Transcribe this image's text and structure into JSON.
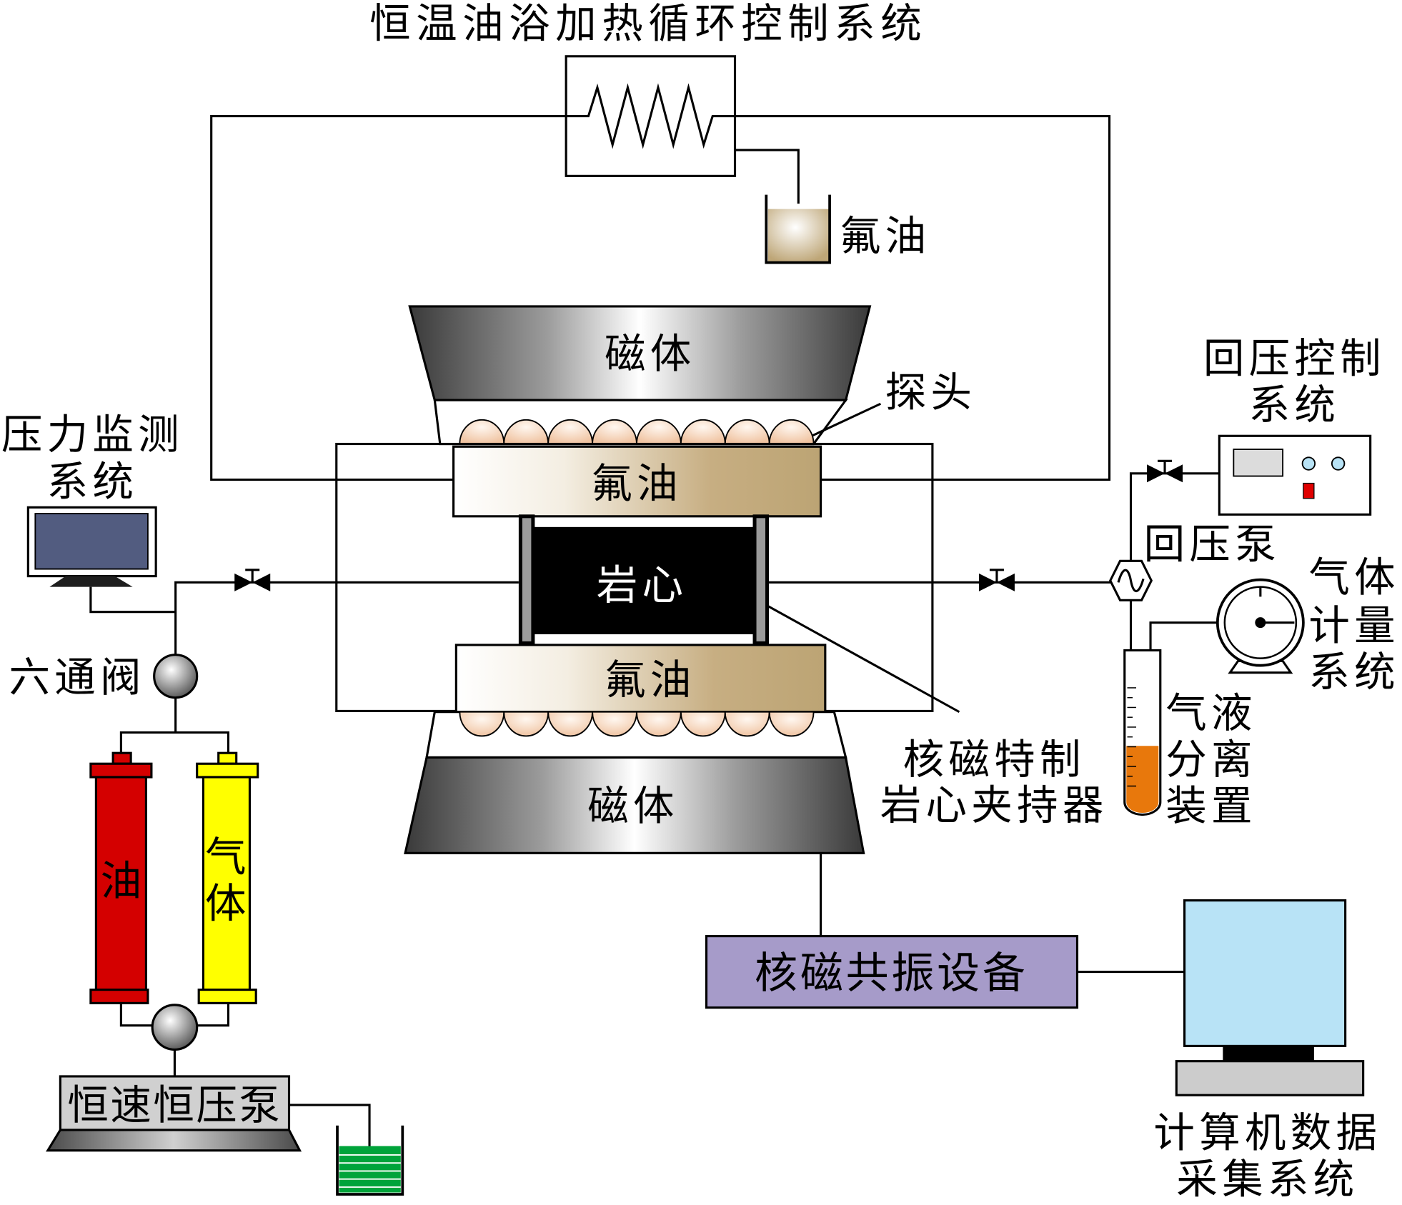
{
  "title": "恒温油浴加热循环控制系统",
  "labels": {
    "oil_beaker": "氟油",
    "magnet_top": "磁体",
    "probe": "探头",
    "oil_upper": "氟油",
    "core": "岩心",
    "oil_lower": "氟油",
    "magnet_bottom": "磁体",
    "holder": [
      "核磁特制",
      "岩心夹持器"
    ],
    "pressure_monitor": [
      "压力监测",
      "系统"
    ],
    "six_way_valve": "六通阀",
    "oil_cylinder": "油",
    "gas_cylinder": "气体",
    "pump": "恒速恒压泵",
    "back_pressure_control": [
      "回压控制",
      "系统"
    ],
    "back_pressure_pump": "回压泵",
    "gas_metering": [
      "气体",
      "计量",
      "系统"
    ],
    "separator": [
      "气液",
      "分离",
      "装置"
    ],
    "nmr_equipment": "核磁共振设备",
    "computer": [
      "计算机数据",
      "采集系统"
    ]
  },
  "colors": {
    "oil_cylinder": "#d40000",
    "gas_cylinder": "#ffff00",
    "nmr_box": "#a69bc9",
    "computer_screen": "#b8e3f6",
    "monitor_screen": "#525c80",
    "separator_liquid": "#e8780c",
    "waste_beaker": "#00a33a",
    "pump_body": "#d0d0d0"
  }
}
